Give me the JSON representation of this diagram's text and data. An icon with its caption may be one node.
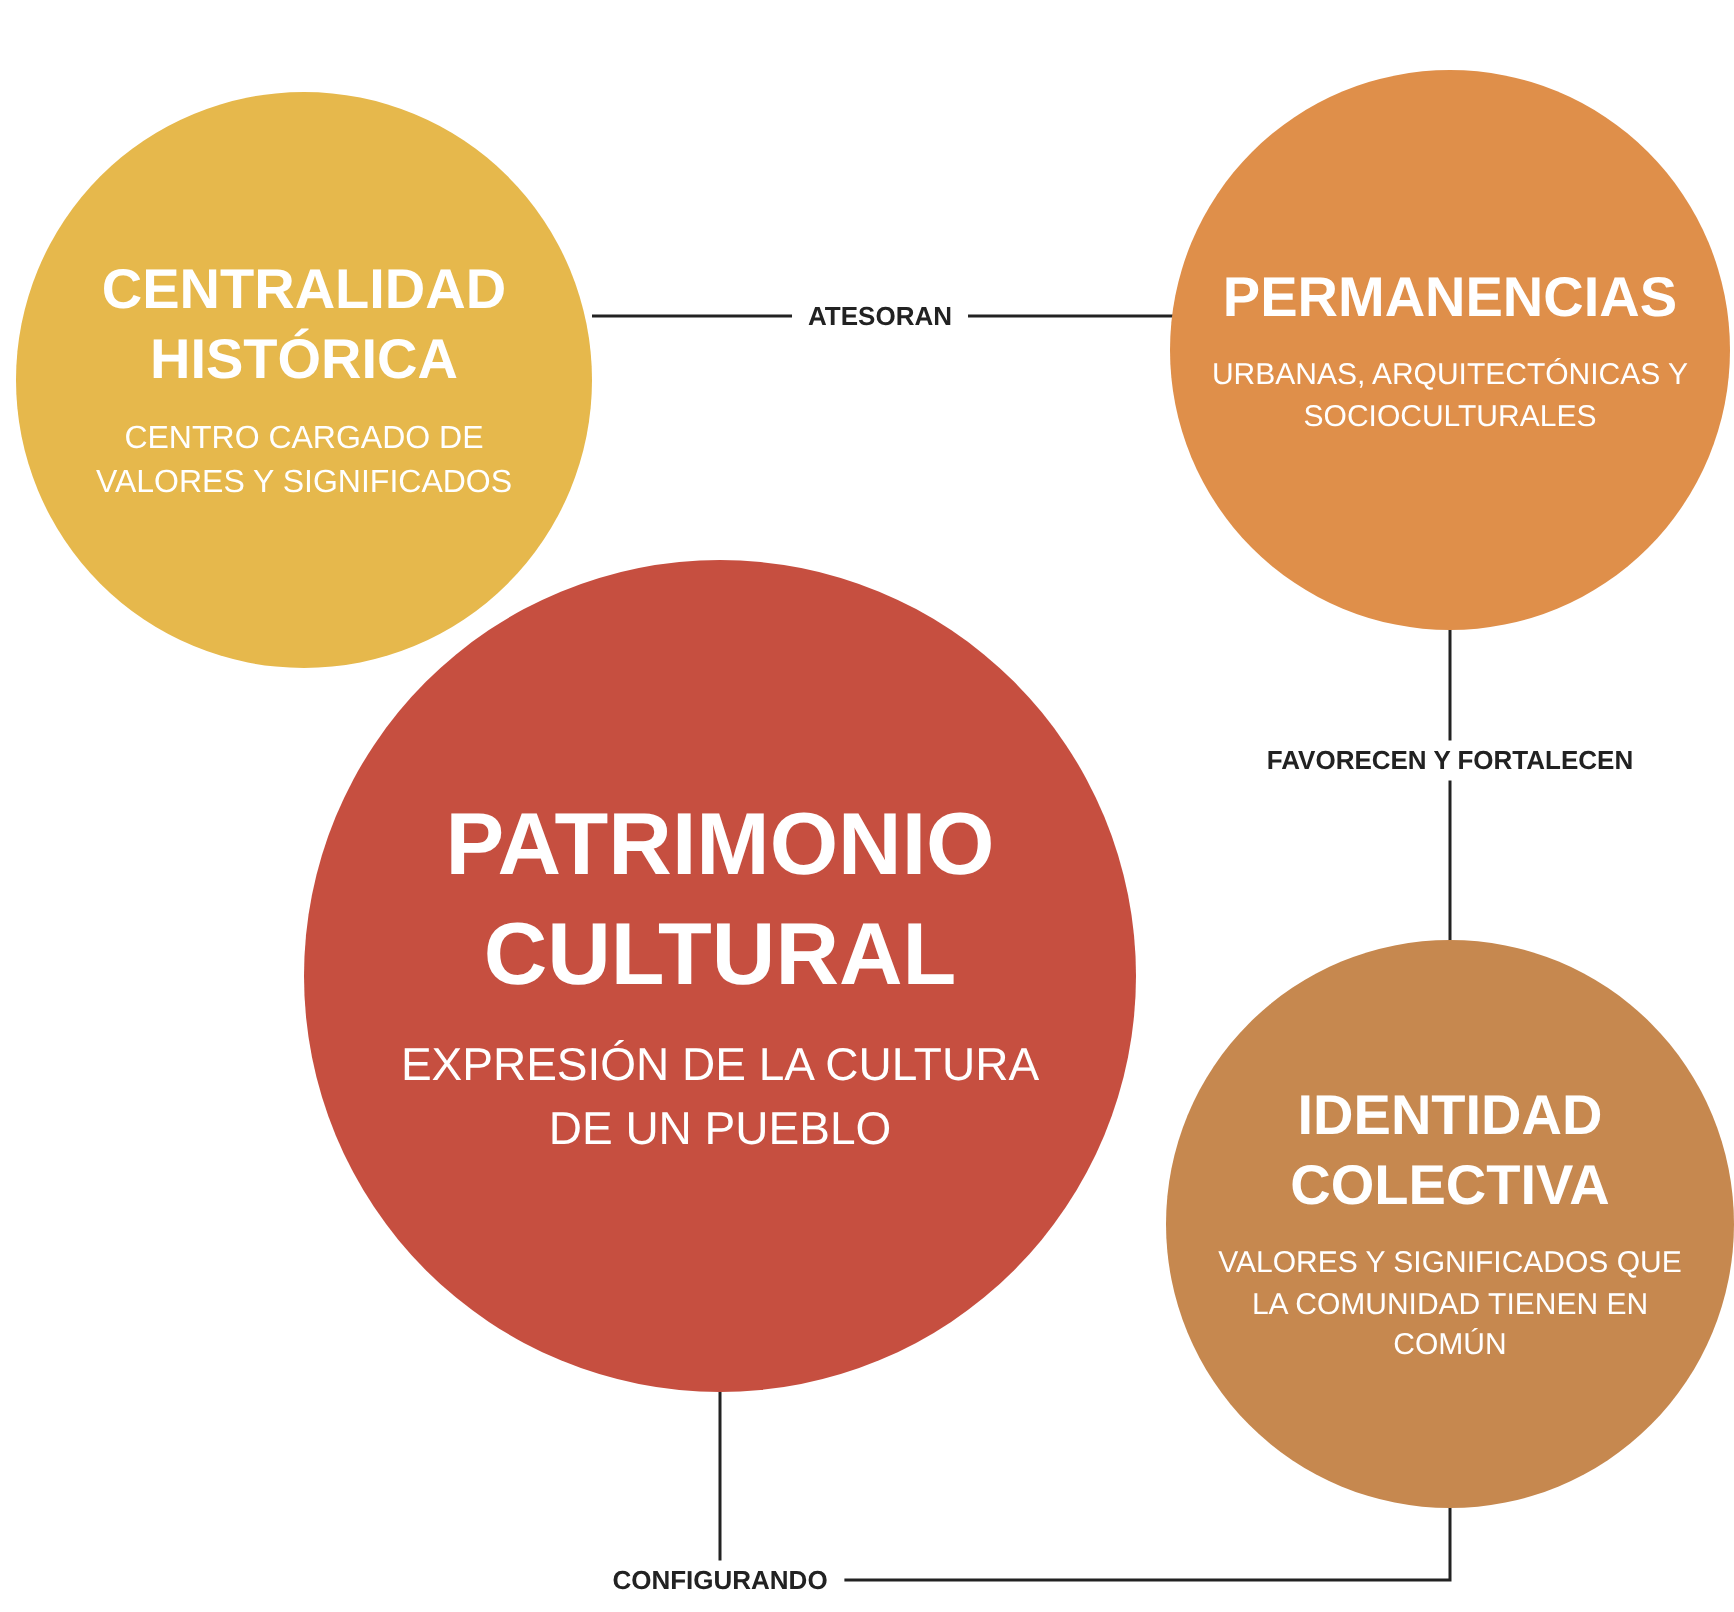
{
  "diagram": {
    "nodes": [
      {
        "text": [
          "CENTRALIDAD HISTÓRICA",
          "CENTRO CARGADO DE VALORES Y SIGNIFICADOS"
        ]
      },
      {
        "text": [
          "PERMANENCIAS",
          "URBANAS, ARQUITECTÓNICAS Y SOCIOCULTURALES"
        ]
      },
      {
        "text": [
          "PATRIMONIO CULTURAL",
          "EXPRESIÓN DE LA CULTURA DE UN PUEBLO"
        ]
      },
      {
        "text": [
          "IDENTIDAD COLECTIVA",
          "VALORES Y SIGNIFICADOS QUE LA COMUNIDAD TIENEN EN COMÚN"
        ]
      }
    ],
    "edges": [
      {
        "from": 0,
        "to": 1,
        "arrow": "none",
        "label": "ATESORAN"
      },
      {
        "from": 1,
        "to": 3,
        "arrow": "none",
        "label": "FAVORECEN Y FORTALECEN"
      },
      {
        "from": 2,
        "to": 3,
        "arrow": "none",
        "label": "CONFIGURANDO"
      }
    ]
  }
}
